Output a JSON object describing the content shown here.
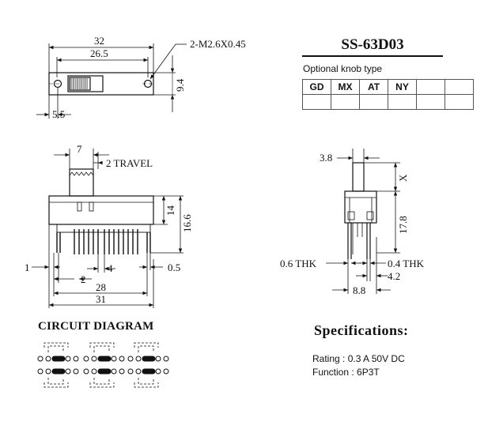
{
  "model": "SS-63D03",
  "knob": {
    "caption": "Optional knob type",
    "types": [
      "GD",
      "MX",
      "AT",
      "NY",
      "",
      ""
    ]
  },
  "top_view_dims": {
    "overall": "32",
    "hole_spacing": "26.5",
    "hole_note": "2-M2.6X0.45",
    "height": "9.4",
    "offset": "5.5"
  },
  "front_view_dims": {
    "knob_width": "7",
    "travel": "2 TRAVEL",
    "body_height": "14",
    "total_height": "16.6",
    "pin_left": "1",
    "pin_pitch": "2",
    "pin_span": "4",
    "pin_right": "0.5",
    "pins_outer": "28",
    "body_length": "31"
  },
  "side_view_dims": {
    "knob_depth": "3.8",
    "knob_len": "X",
    "height": "17.8",
    "thk_left": "0.6 THK",
    "thk_right": "0.4 THK",
    "pin_gap": "4.2",
    "width": "8.8"
  },
  "circuit": {
    "title": "CIRCUIT DIAGRAM"
  },
  "specs": {
    "title": "Specifications:",
    "rating": "Rating : 0.3 A 50V DC",
    "function": "Function : 6P3T"
  }
}
